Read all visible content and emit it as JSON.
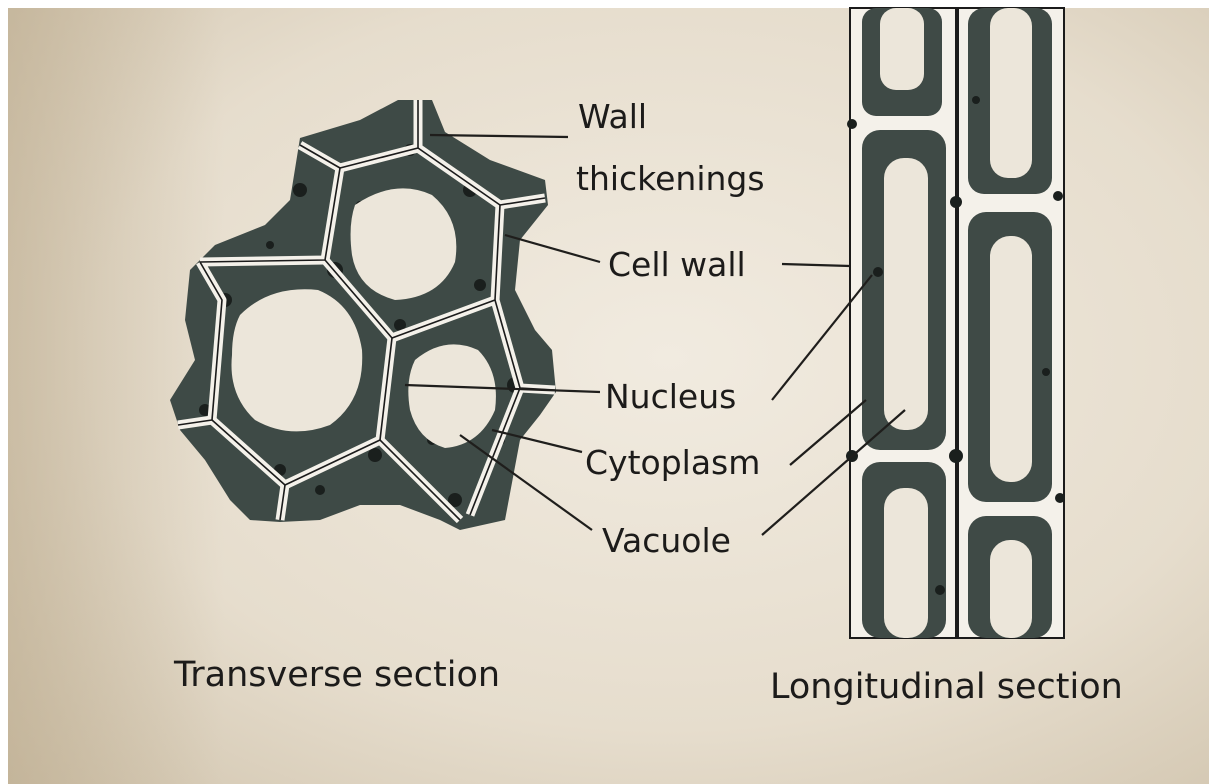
{
  "colors": {
    "page": "#e8e0d2",
    "tissue": "#3e4a46",
    "wall": "#f4f1ea",
    "ink": "#1c1b1a"
  },
  "labels": {
    "wall_thickenings_line1": "Wall",
    "wall_thickenings_line2": "thickenings",
    "cell_wall": "Cell wall",
    "nucleus": "Nucleus",
    "cytoplasm": "Cytoplasm",
    "vacuole": "Vacuole"
  },
  "captions": {
    "transverse": "Transverse section",
    "longitudinal": "Longitudinal section"
  }
}
